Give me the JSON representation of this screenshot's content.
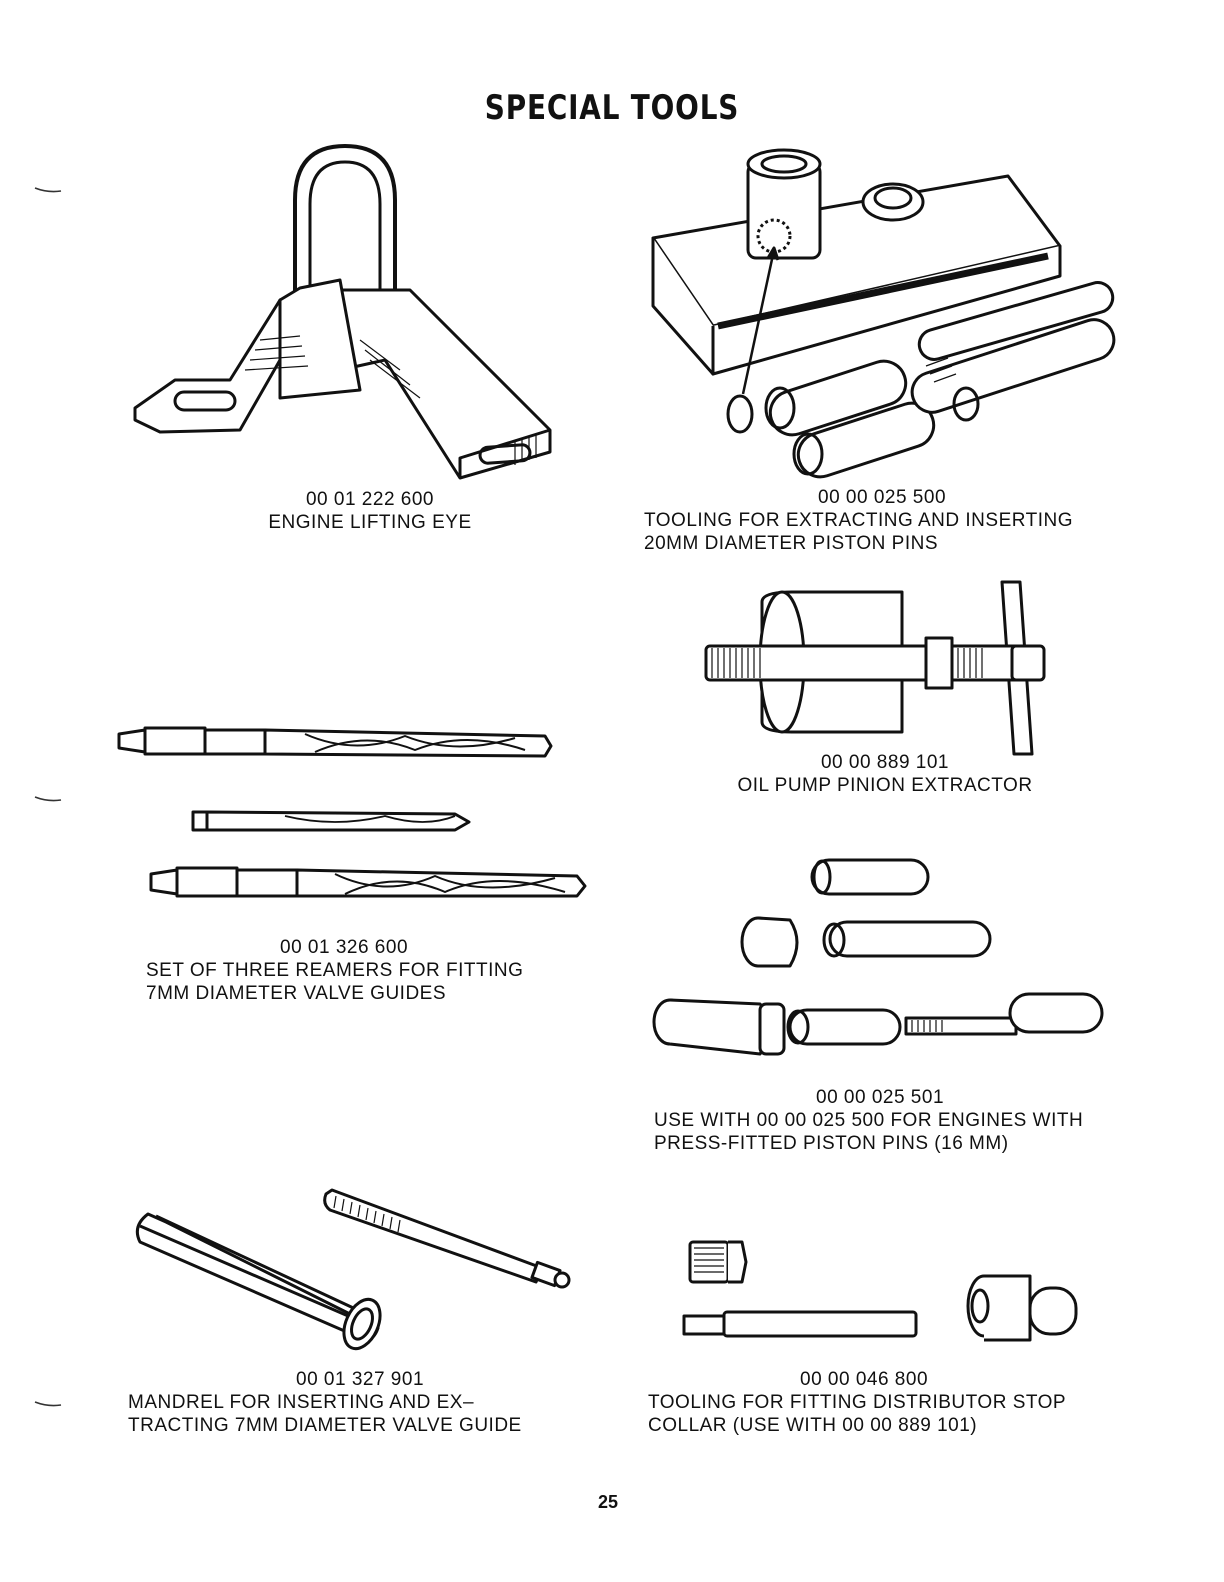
{
  "page": {
    "title": "SPECIAL TOOLS",
    "page_number": "25"
  },
  "tools": [
    {
      "id": "lifting-eye",
      "part_number": "00 01 222 600",
      "description": "ENGINE LIFTING EYE",
      "icon": "lifting-eye-icon"
    },
    {
      "id": "piston-pin",
      "part_number": "00 00 025 500",
      "description": "TOOLING FOR EXTRACTING AND INSERTING\n20MM DIAMETER PISTON PINS",
      "icon": "piston-pin-tooling-icon"
    },
    {
      "id": "pinion-extractor",
      "part_number": "00 00 889 101",
      "description": "OIL PUMP PINION EXTRACTOR",
      "icon": "pinion-extractor-icon"
    },
    {
      "id": "reamers",
      "part_number": "00 01 326 600",
      "description": "SET OF THREE REAMERS FOR FITTING\n7MM DIAMETER VALVE GUIDES",
      "icon": "reamers-icon"
    },
    {
      "id": "press-fit",
      "part_number": "00 00 025 501",
      "description": "USE WITH 00 00 025 500 FOR ENGINES WITH\nPRESS-FITTED PISTON PINS (16 MM)",
      "icon": "press-fit-tooling-icon"
    },
    {
      "id": "mandrel",
      "part_number": "00 01 327 901",
      "description": "MANDREL FOR INSERTING AND EX–\nTRACTING 7MM DIAMETER VALVE GUIDE",
      "icon": "mandrel-icon"
    },
    {
      "id": "distributor",
      "part_number": "00 00 046 800",
      "description": "TOOLING FOR FITTING DISTRIBUTOR STOP\nCOLLAR (USE WITH 00 00 889 101)",
      "icon": "distributor-collar-tooling-icon"
    }
  ]
}
